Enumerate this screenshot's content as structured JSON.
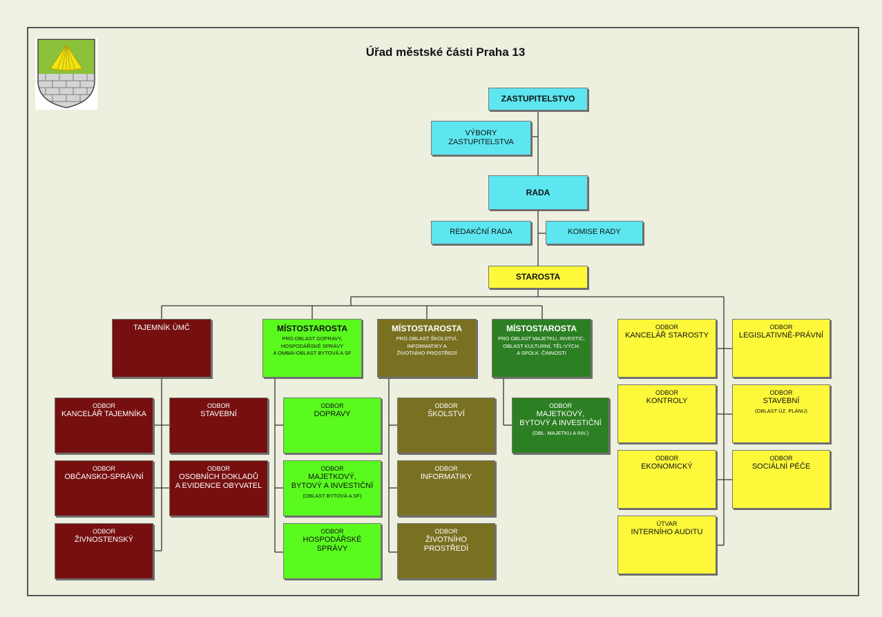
{
  "header": {
    "title": "Úřad městské části Praha 13"
  },
  "logo": {
    "icon": "coat-of-arms-icon",
    "colors": {
      "shield_top": "#8cc23b",
      "shell": "#f2e313",
      "wall": "#c9c9c9"
    }
  },
  "colors": {
    "council": "#5de6ef",
    "mayor": "#fdf83a",
    "secretary": "#760f0f",
    "deputy_transport": "#5afa1f",
    "deputy_education": "#7a7021",
    "deputy_property": "#2c7f23",
    "background": "#eef1e2"
  },
  "governance": {
    "zastupitelstvo": "ZASTUPITELSTVO",
    "vybory": [
      "VÝBORY",
      "ZASTUPITELSTVA"
    ],
    "rada": "RADA",
    "redakcni_rada": "REDAKČNÍ RADA",
    "komise_rady": "KOMISE RADY",
    "starosta": "STAROSTA"
  },
  "secretary": {
    "title": "TAJEMNÍK ÚMČ",
    "departments": [
      {
        "cap": "ODBOR",
        "lines": [
          "KANCELÁŘ TAJEMNÍKA"
        ]
      },
      {
        "cap": "ODBOR",
        "lines": [
          "STAVEBNÍ"
        ]
      },
      {
        "cap": "ODBOR",
        "lines": [
          "OBČANSKO-SPRÁVNÍ"
        ]
      },
      {
        "cap": "ODBOR",
        "lines": [
          "OSOBNÍCH DOKLADŮ",
          "A EVIDENCE OBYVATEL"
        ]
      },
      {
        "cap": "ODBOR",
        "lines": [
          "ŽIVNOSTENSKÝ"
        ]
      }
    ]
  },
  "deputies": [
    {
      "title": "MÍSTOSTAROSTA",
      "sub": [
        "PRO OBLAST DOPRAVY,",
        "HOSPODÁŘSKÉ SPRÁVY",
        "A OMBAI-OBLAST BYTOVÁ A SF"
      ],
      "departments": [
        {
          "cap": "ODBOR",
          "lines": [
            "DOPRAVY"
          ]
        },
        {
          "cap": "ODBOR",
          "lines": [
            "MAJETKOVÝ,",
            "BYTOVÝ A INVESTIČNÍ"
          ],
          "note": "(OBLAST BYTOVÁ A SF)"
        },
        {
          "cap": "ODBOR",
          "lines": [
            "HOSPODÁŘSKÉ",
            "SPRÁVY"
          ]
        }
      ]
    },
    {
      "title": "MÍSTOSTAROSTA",
      "sub": [
        "PRO OBLAST ŠKOLSTVÍ,",
        "INFORMATIKY A",
        "ŽIVOTNÍHO PROSTŘEDÍ"
      ],
      "departments": [
        {
          "cap": "ODBOR",
          "lines": [
            "ŠKOLSTVÍ"
          ]
        },
        {
          "cap": "ODBOR",
          "lines": [
            "INFORMATIKY"
          ]
        },
        {
          "cap": "ODBOR",
          "lines": [
            "ŽIVOTNÍHO",
            "PROSTŘEDÍ"
          ]
        }
      ]
    },
    {
      "title": "MÍSTOSTAROSTA",
      "sub": [
        "PRO OBLAST MAJETKU, INVESTIC,",
        "OBLAST KULTURNÍ, TĚL-VÝCH.",
        "A SPOLK. ČINNOSTI"
      ],
      "departments": [
        {
          "cap": "ODBOR",
          "lines": [
            "MAJETKOVÝ,",
            "BYTOVÝ A INVESTIČNÍ"
          ],
          "note": "(OBL. MAJETKU A INV.)"
        }
      ]
    }
  ],
  "mayor_departments": [
    {
      "cap": "ODBOR",
      "lines": [
        "KANCELÁŘ STAROSTY"
      ]
    },
    {
      "cap": "ODBOR",
      "lines": [
        "LEGISLATIVNĚ-PRÁVNÍ"
      ]
    },
    {
      "cap": "ODBOR",
      "lines": [
        "KONTROLY"
      ]
    },
    {
      "cap": "ODBOR",
      "lines": [
        "STAVEBNÍ"
      ],
      "note": "(OBLAST ÚZ. PLÁNU)"
    },
    {
      "cap": "ODBOR",
      "lines": [
        "EKONOMICKÝ"
      ]
    },
    {
      "cap": "ODBOR",
      "lines": [
        "SOCIÁLNÍ PÉČE"
      ]
    },
    {
      "cap": "ÚTVAR",
      "lines": [
        "INTERNÍHO AUDITU"
      ]
    }
  ]
}
